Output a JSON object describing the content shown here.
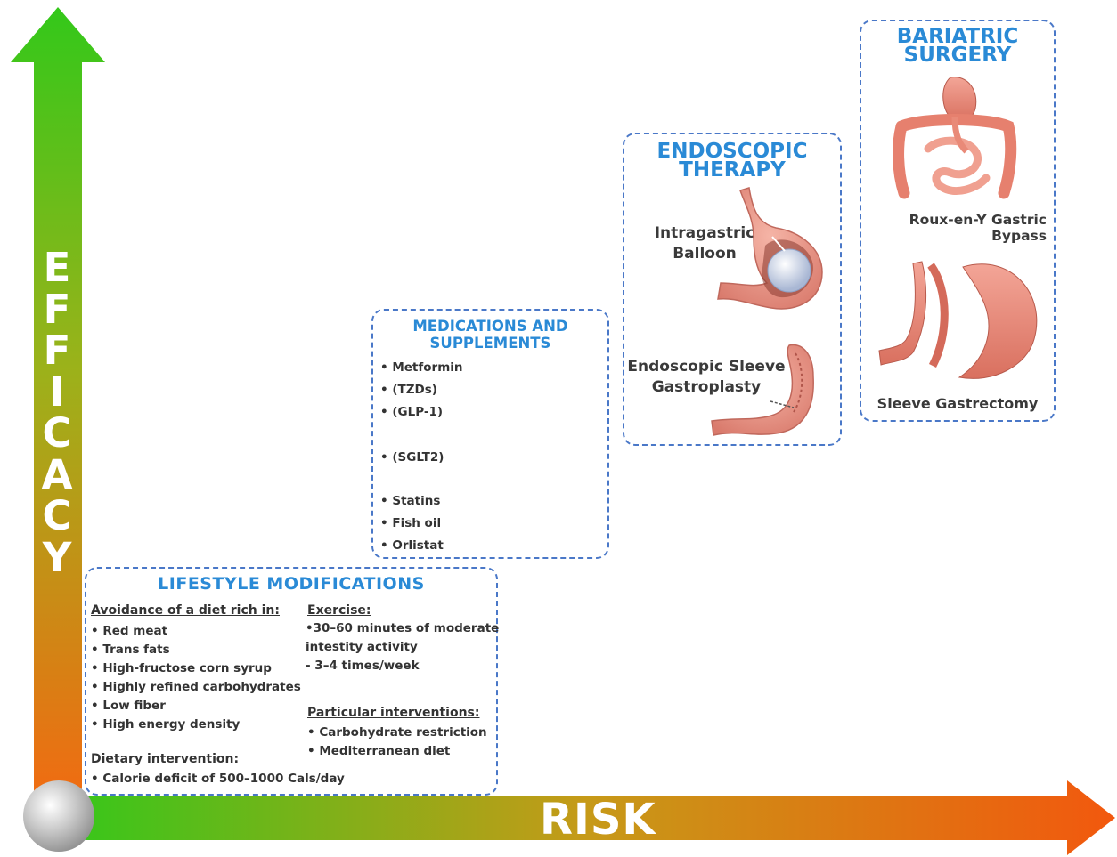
{
  "axes": {
    "y_label_letters": [
      "E",
      "F",
      "F",
      "I",
      "C",
      "A",
      "C",
      "Y"
    ],
    "x_label": "RISK",
    "colors": {
      "green": "#34c619",
      "orange": "#f26a12",
      "origin": "#b8b8b8"
    }
  },
  "lifestyle": {
    "title": "LIFESTYLE MODIFICATIONS",
    "diet_heading": "Avoidance of a diet rich in:",
    "diet_items": [
      "Red meat",
      "Trans fats",
      "High-fructose corn syrup",
      "Highly refined carbohydrates",
      "Low fiber",
      "High energy density"
    ],
    "dietary_heading": "Dietary intervention:",
    "dietary_items": [
      "Calorie deficit of 500–1000 Cals/day"
    ],
    "exercise_heading": "Exercise:",
    "exercise_line1": "•30–60 minutes of moderate",
    "exercise_line2": "intestity activity",
    "exercise_line3": "- 3–4 times/week",
    "particular_heading": "Particular interventions:",
    "particular_items": [
      "Carbohydrate restriction",
      "Mediterranean diet"
    ]
  },
  "medications": {
    "title_line1": "MEDICATIONS AND",
    "title_line2": "SUPPLEMENTS",
    "items": [
      "Metformin",
      "(TZDs)",
      "(GLP-1)",
      "(SGLT2)",
      "Statins",
      "Fish oil",
      "Orlistat"
    ]
  },
  "endoscopic": {
    "title_line1": "ENDOSCOPIC",
    "title_line2": "THERAPY",
    "balloon_line1": "Intragastric",
    "balloon_line2": "Balloon",
    "sleeve_line1": "Endoscopic Sleeve",
    "sleeve_line2": "Gastroplasty"
  },
  "bariatric": {
    "title_line1": "BARIATRIC",
    "title_line2": "SURGERY",
    "bypass_line1": "Roux-en-Y Gastric",
    "bypass_line2": "Bypass",
    "gastrectomy": "Sleeve Gastrectomy"
  }
}
